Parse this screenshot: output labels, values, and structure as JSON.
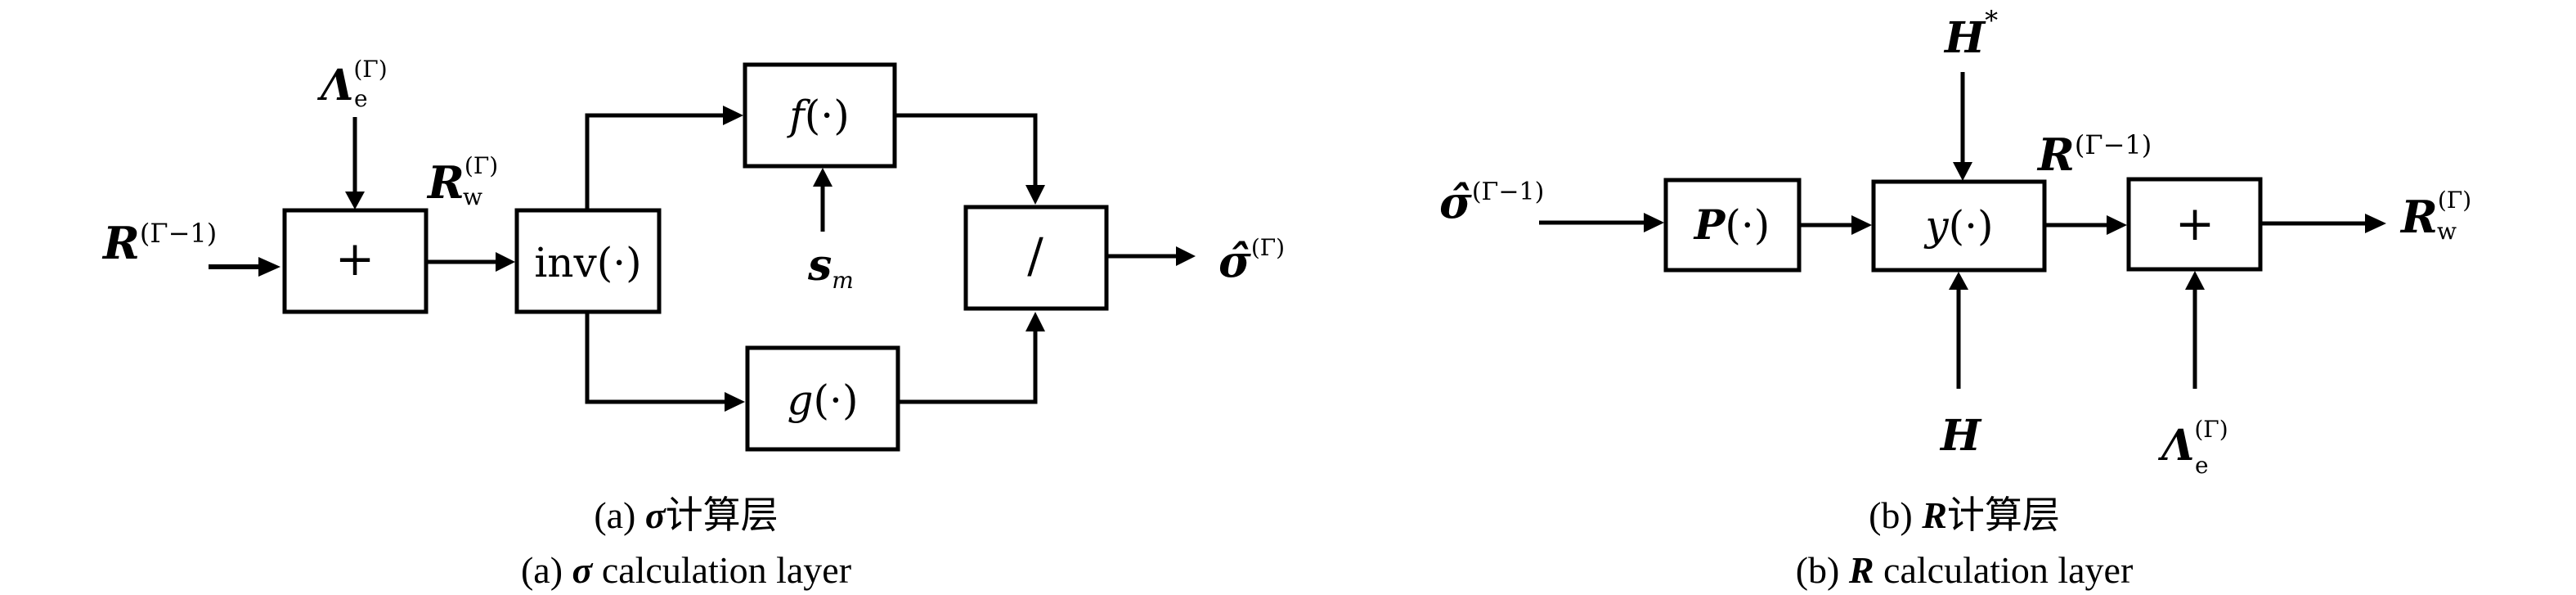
{
  "figure": {
    "colors": {
      "stroke": "#000000",
      "background": "#ffffff"
    },
    "panel_a": {
      "caption_cn": {
        "prefix": "(a) ",
        "symbol": "σ",
        "text": "计算层"
      },
      "caption_en": {
        "prefix": "(a) ",
        "symbol": "σ",
        "text": " calculation layer"
      },
      "blocks": {
        "add": "+",
        "inv": "inv(·)",
        "f": {
          "fn": "f",
          "arg": "(·)"
        },
        "g": {
          "fn": "g",
          "arg": "(·)"
        },
        "div": "/"
      },
      "labels": {
        "input": {
          "base": "R",
          "sup": "(Γ−1)"
        },
        "lambda": {
          "base": "Λ",
          "sub": "e",
          "sup": "(Γ)"
        },
        "rw": {
          "base": "R",
          "sub": "w",
          "sup": "(Γ)"
        },
        "sm": {
          "base": "s",
          "sub": "m"
        },
        "output": {
          "base": "σ̂",
          "sup": "(Γ)"
        }
      }
    },
    "panel_b": {
      "caption_cn": {
        "prefix": "(b) ",
        "symbol": "R",
        "text": "计算层"
      },
      "caption_en": {
        "prefix": "(b) ",
        "symbol": "R",
        "text": " calculation layer"
      },
      "blocks": {
        "p": {
          "fn": "P",
          "arg": "(·)"
        },
        "y": {
          "fn": "y",
          "arg": "(·)"
        },
        "add": "+"
      },
      "labels": {
        "input": {
          "base": "σ̂",
          "sup": "(Γ−1)"
        },
        "hstar": {
          "base": "H",
          "sup": "*"
        },
        "h": {
          "base": "H"
        },
        "r_prev": {
          "base": "R",
          "sup": "(Γ−1)"
        },
        "lambda": {
          "base": "Λ",
          "sub": "e",
          "sup": "(Γ)"
        },
        "output": {
          "base": "R",
          "sub": "w",
          "sup": "(Γ)"
        }
      }
    }
  }
}
